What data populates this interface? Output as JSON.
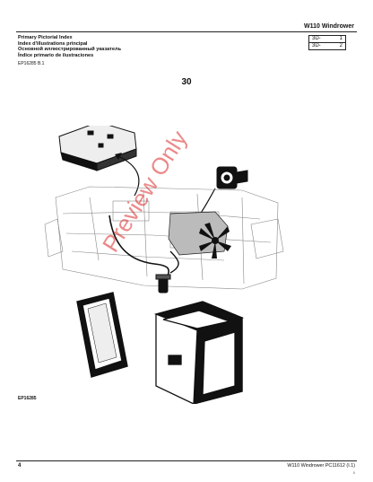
{
  "header": {
    "model": "W110  Windrower",
    "titles": [
      "Primary Pictorial Index",
      "Index d'illustrations principal",
      "Основной иллюстрированный указатель",
      "Índice primario de ilustraciones"
    ],
    "figure_code": "EP16285 B.1",
    "page_refs": [
      {
        "label": "3D-",
        "page": "1"
      },
      {
        "label": "3D-",
        "page": "2"
      }
    ]
  },
  "section_number": "30",
  "illustration": {
    "label": "EP16285",
    "watermark": "Preview Only"
  },
  "footer": {
    "page_number": "4",
    "catalog": "W110 Windrower   PC11612   (I.1)",
    "small_mark": "0"
  }
}
